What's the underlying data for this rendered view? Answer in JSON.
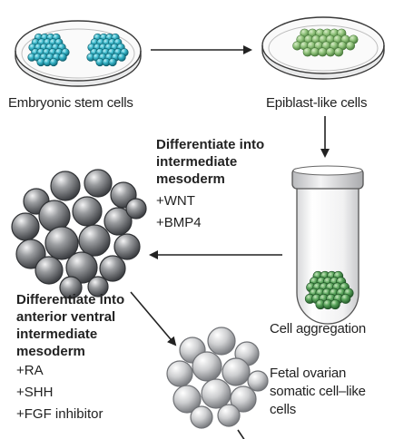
{
  "labels": {
    "embryonic_stem_cells": "Embryonic stem cells",
    "epiblast_like_cells": "Epiblast-like cells",
    "cell_aggregation": "Cell aggregation",
    "fetal_ovarian": [
      "Fetal ovarian",
      "somatic cell–like",
      "cells"
    ]
  },
  "step1": {
    "title": [
      "Differentiate into",
      "intermediate",
      "mesoderm"
    ],
    "factors": [
      "+WNT",
      "+BMP4"
    ]
  },
  "step2": {
    "title": [
      "Differentiate into",
      "anterior ventral",
      "intermediate",
      "mesoderm"
    ],
    "factors": [
      "+RA",
      "+SHH",
      "+FGF inhibitor"
    ]
  },
  "colors": {
    "stem_cell": "#39b6c9",
    "epiblast_cell": "#7fb56a",
    "aggregate_cell": "#58a35a",
    "mesoderm_cell": "#8a8c90",
    "ovarian_cell": "#c4c5c7",
    "arrow": "#222222"
  }
}
